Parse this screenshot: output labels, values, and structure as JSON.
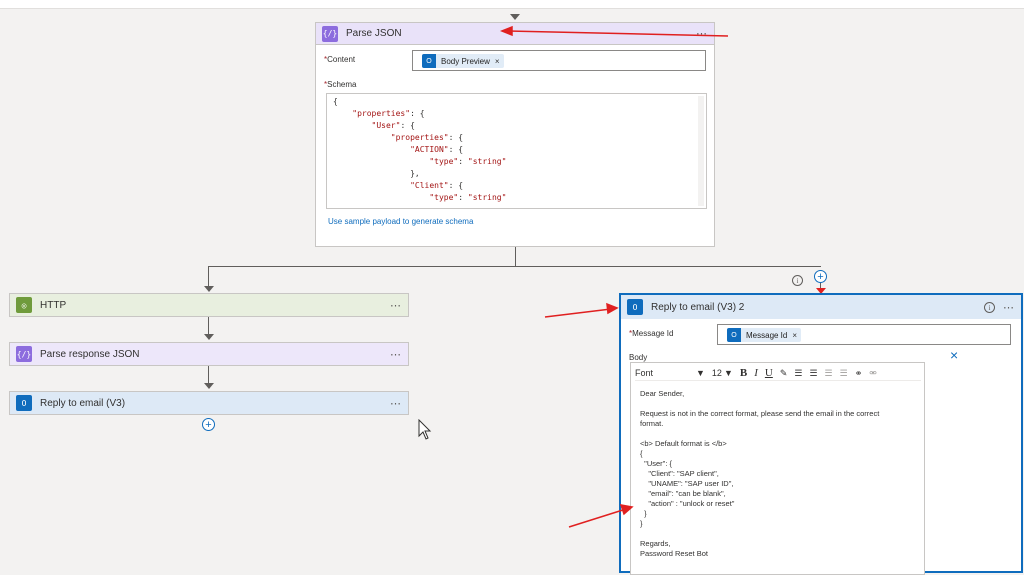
{
  "parse_json": {
    "title": "Parse JSON",
    "content_label": "Content",
    "content_token": "Body Preview",
    "schema_label": "Schema",
    "schema_lines": [
      "{",
      "    \"properties\": {",
      "        \"User\": {",
      "            \"properties\": {",
      "                \"ACTION\": {",
      "                    \"type\": \"string\"",
      "                },",
      "                \"Client\": {",
      "                    \"type\": \"string\""
    ],
    "sample_link": "Use sample payload to generate schema"
  },
  "left_branch": {
    "http": "HTTP",
    "parse_response": "Parse response JSON",
    "reply": "Reply to email (V3)"
  },
  "reply_card": {
    "title": "Reply to email (V3) 2",
    "message_id_label": "Message Id",
    "message_id_token": "Message Id",
    "body_label": "Body",
    "font": "Font",
    "font_size": "12",
    "body_lines": [
      "Dear Sender,",
      "",
      "Request is not in the correct format, please send the email in the correct",
      "format.",
      "",
      "<b> Default format is </b>",
      "{",
      "  \"User\": {",
      "    \"Client\": \"SAP client\",",
      "    \"UNAME\": \"SAP user ID\",",
      "    \"email\": \"can be blank\",",
      "    \"action\" : \"unlock or reset\"",
      "  }",
      "}",
      "",
      "Regards,",
      "Password Reset Bot"
    ]
  },
  "icons": {
    "more": "⋯",
    "close": "×",
    "plus": "+",
    "info": "i"
  },
  "colors": {
    "parse_accent": "#8c6cde",
    "http_accent": "#6f9b3b",
    "outlook_accent": "#0f6cbd",
    "annotation": "#e02020"
  }
}
